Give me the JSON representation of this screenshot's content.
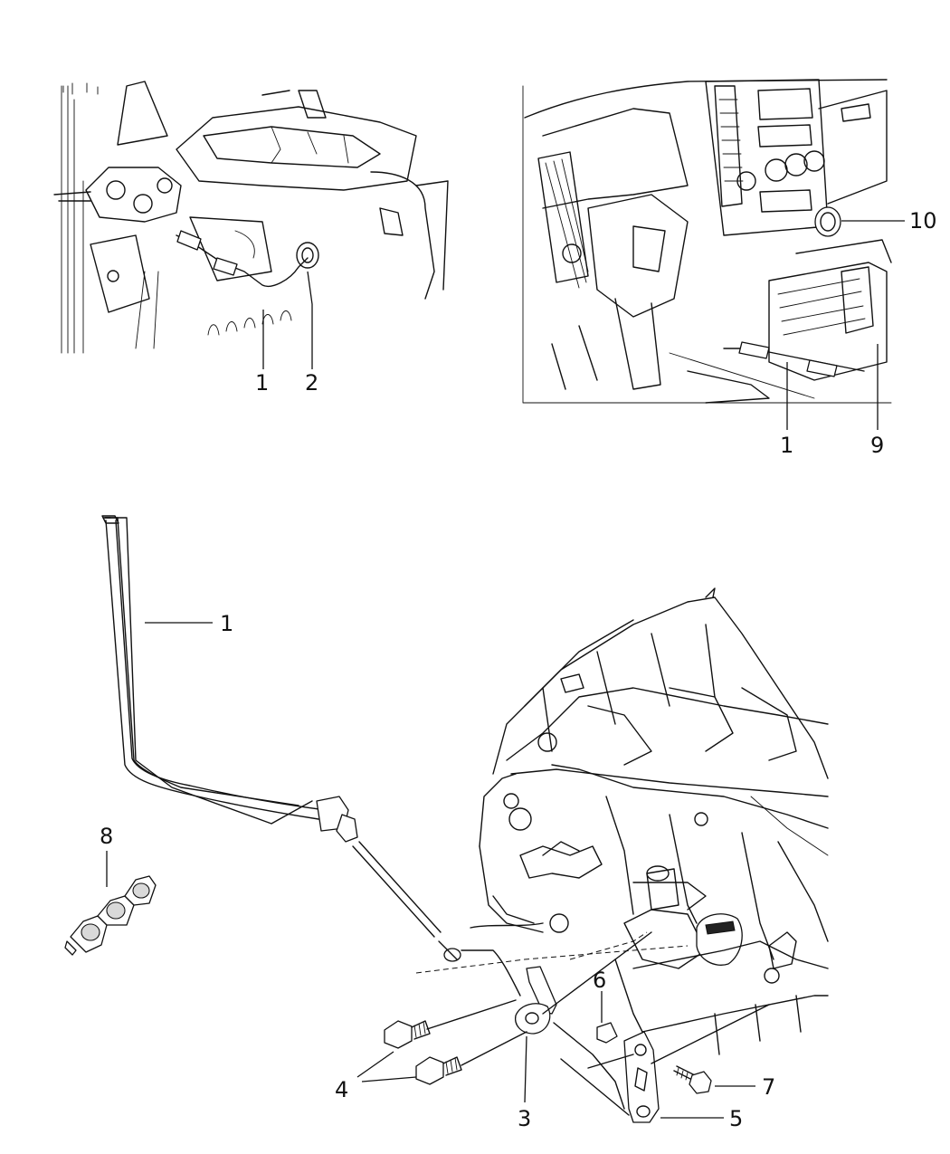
{
  "callouts": {
    "top_left": {
      "cable": "1",
      "grommet": "2"
    },
    "top_right": {
      "cable": "1",
      "bracket": "9",
      "knob": "10"
    },
    "bottom": {
      "cable": "1",
      "bracket": "3",
      "bolts": "4",
      "lever": "5",
      "nut": "6",
      "bolt": "7",
      "clips": "8"
    }
  }
}
